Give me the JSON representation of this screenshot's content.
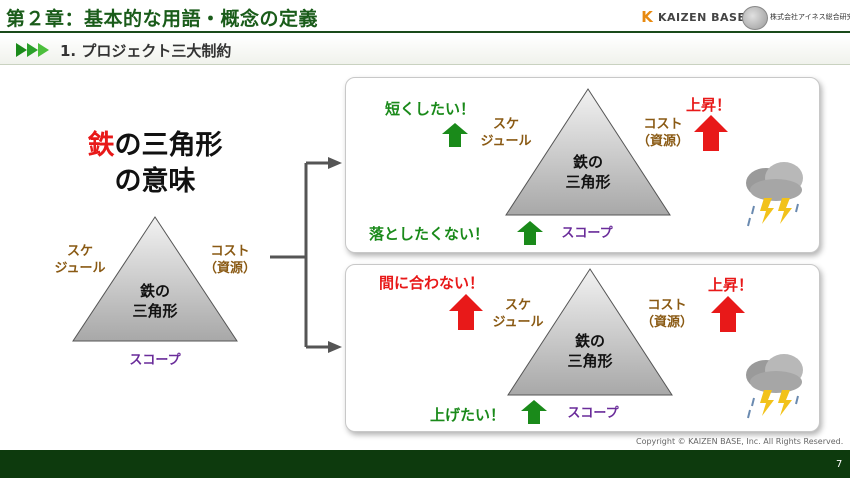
{
  "header": {
    "chapter_title": "第２章：基本的な用語・概念の定義",
    "section_title": "1.  プロジェクト三大制約",
    "logo_text": "KAIZEN BASE",
    "company": "株式会社アイネス総合研究所"
  },
  "left": {
    "title_red": "鉄",
    "title_rest": "の三角形",
    "title_line2": "の意味",
    "schedule_label": "スケ\nジュール",
    "cost_label": "コスト\n（資源）",
    "scope_label": "スコープ",
    "triangle_label": "鉄の\n三角形"
  },
  "panel_top": {
    "want_short": "短くしたい！",
    "cost_up": "上昇！",
    "schedule_label": "スケ\nジュール",
    "cost_label": "コスト\n（資源）",
    "triangle_label": "鉄の\n三角形",
    "scope_keep": "落としたくない！",
    "scope_label": "スコープ",
    "weather_icon": "thunderstorm-icon"
  },
  "panel_bottom": {
    "late": "間に合わない！",
    "cost_up": "上昇！",
    "schedule_label": "スケ\nジュール",
    "cost_label": "コスト\n（資源）",
    "triangle_label": "鉄の\n三角形",
    "scope_raise": "上げたい！",
    "scope_label": "スコープ",
    "weather_icon": "thunderstorm-icon"
  },
  "footer": {
    "copyright": "Copyright ©  KAIZEN BASE, Inc. All Rights Reserved.",
    "page": "7"
  },
  "colors": {
    "green_dark": "#0d3a0d",
    "accent_red": "#e81919",
    "accent_green": "#1a8a1a",
    "brown": "#8a5a14",
    "purple": "#6a2c9a"
  }
}
